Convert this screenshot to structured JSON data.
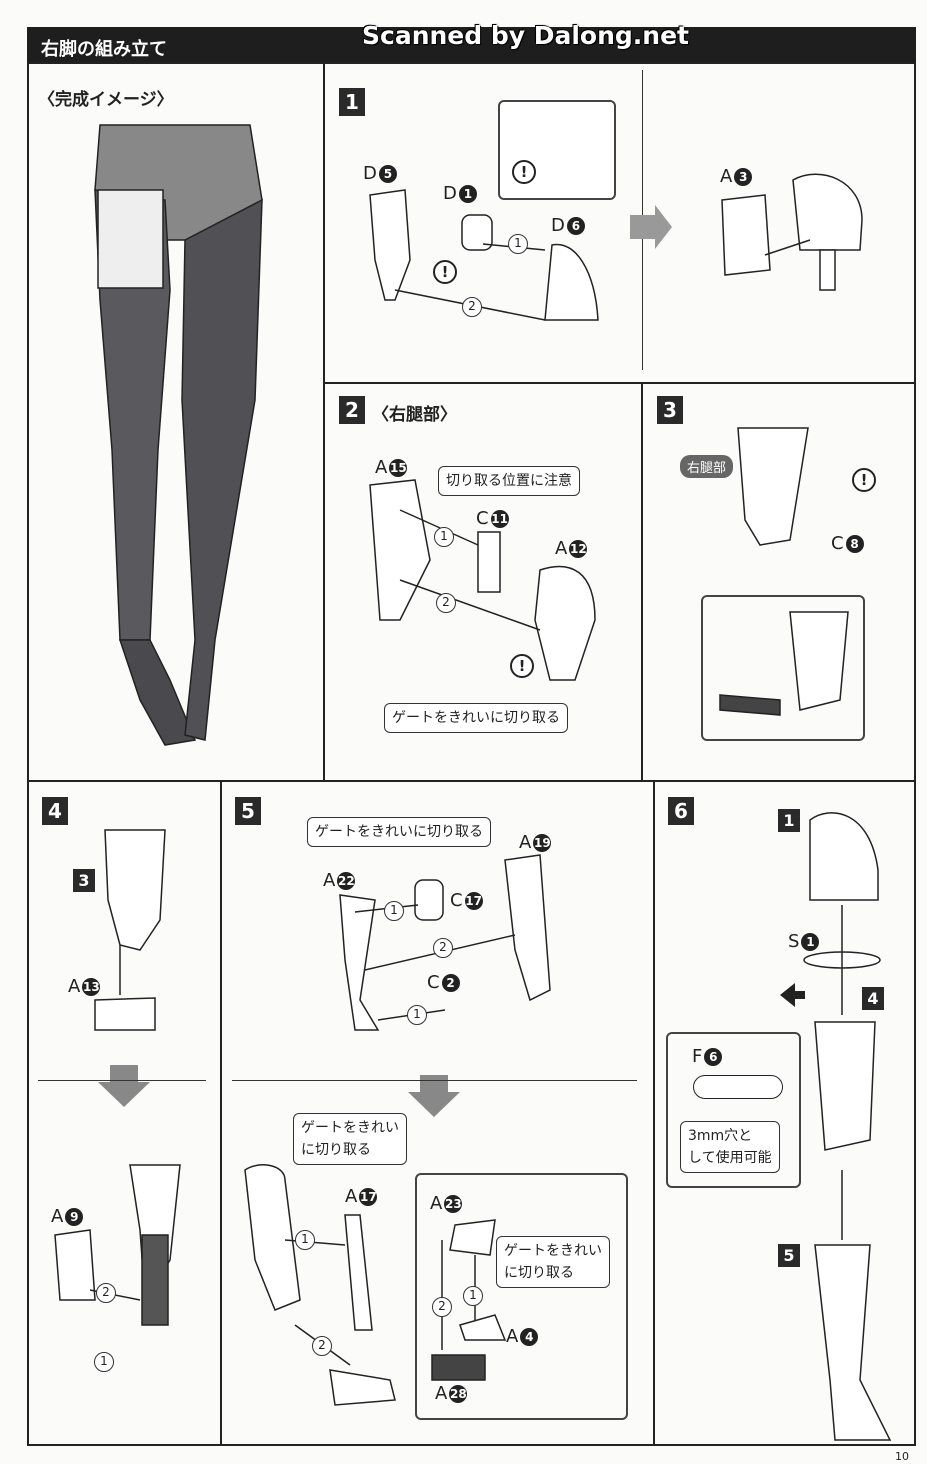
{
  "header": {
    "title": "右脚の組み立て",
    "watermark": "Scanned by Dalong.net"
  },
  "finished": {
    "title": "〈完成イメージ〉"
  },
  "step1": {
    "num": "1",
    "parts": [
      {
        "l": "D",
        "n": "5"
      },
      {
        "l": "D",
        "n": "1"
      },
      {
        "l": "D",
        "n": "6"
      },
      {
        "l": "A",
        "n": "3"
      }
    ],
    "order": [
      "1",
      "2"
    ],
    "warn": "!"
  },
  "step2": {
    "num": "2",
    "title": "〈右腿部〉",
    "parts": [
      {
        "l": "A",
        "n": "15"
      },
      {
        "l": "C",
        "n": "11"
      },
      {
        "l": "A",
        "n": "12"
      }
    ],
    "order": [
      "1",
      "2"
    ],
    "note_cut_position": "切り取る位置に注意",
    "note_gate": "ゲートをきれいに切り取る",
    "warn": "!"
  },
  "step3": {
    "num": "3",
    "badge": "右腿部",
    "parts": [
      {
        "l": "C",
        "n": "8"
      }
    ],
    "warn": "!"
  },
  "step4": {
    "num": "4",
    "ref": "3",
    "parts": [
      {
        "l": "A",
        "n": "13"
      },
      {
        "l": "A",
        "n": "9"
      }
    ],
    "order": [
      "2",
      "1"
    ]
  },
  "step5": {
    "num": "5",
    "note_gate": "ゲートをきれいに切り取る",
    "note_gate_2line": "ゲートをきれい\nに切り取る",
    "parts": [
      {
        "l": "A",
        "n": "19"
      },
      {
        "l": "A",
        "n": "22"
      },
      {
        "l": "C",
        "n": "17"
      },
      {
        "l": "C",
        "n": "2"
      },
      {
        "l": "A",
        "n": "17"
      },
      {
        "l": "A",
        "n": "23"
      },
      {
        "l": "A",
        "n": "4"
      },
      {
        "l": "A",
        "n": "28"
      }
    ],
    "order": [
      "1",
      "2",
      "1",
      "1",
      "2",
      "1",
      "2"
    ]
  },
  "step6": {
    "num": "6",
    "refs": [
      "1",
      "4",
      "5"
    ],
    "parts": [
      {
        "l": "S",
        "n": "1"
      },
      {
        "l": "F",
        "n": "6"
      }
    ],
    "note_hole": "3mm穴と\nして使用可能"
  },
  "page_number": "10"
}
